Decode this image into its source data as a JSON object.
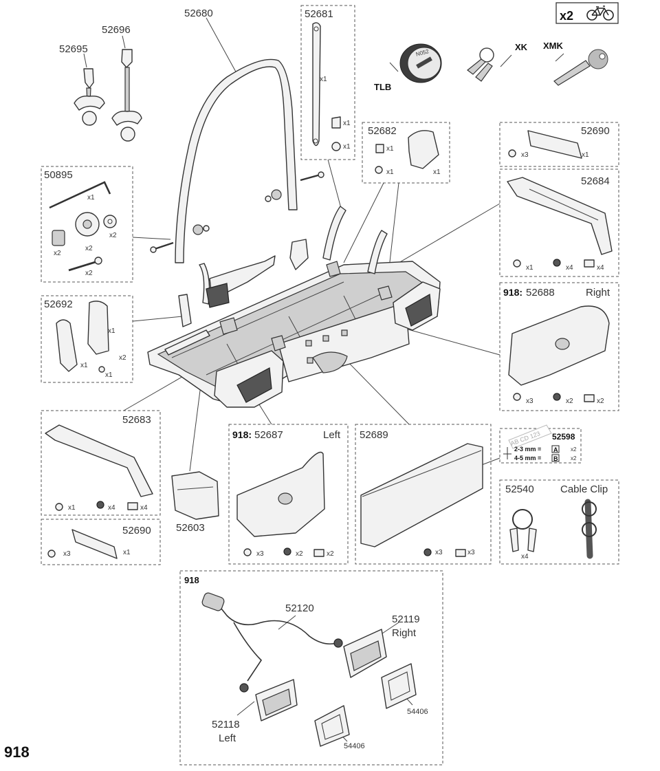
{
  "model": "918",
  "top_right": {
    "qty": "x2",
    "icon": "bicycle-icon"
  },
  "lock": {
    "tlb": "TLB",
    "xk": "XK",
    "xmk": "XMK",
    "cylinder_text": "N052"
  },
  "parts": {
    "p52680": "52680",
    "p52681": "52681",
    "p52695": "52695",
    "p52696": "52696",
    "p50895": "50895",
    "p52682": "52682",
    "p52690a": "52690",
    "p52684": "52684",
    "p52692": "52692",
    "p52688_prefix": "918:",
    "p52688": "52688",
    "p52688_side": "Right",
    "p52683": "52683",
    "p52690b": "52690",
    "p52603": "52603",
    "p52687_prefix": "918:",
    "p52687": "52687",
    "p52687_side": "Left",
    "p52689": "52689",
    "p52598": "52598",
    "p52540": "52540",
    "cable_clip": "Cable Clip",
    "box918": "918",
    "p52120": "52120",
    "p52119": "52119",
    "p52119_side": "Right",
    "p52118": "52118",
    "p52118_side": "Left",
    "p54406a": "54406",
    "p54406b": "54406"
  },
  "plate": {
    "text": "AB CD 123",
    "row_a": "2-3 mm =",
    "a": "A",
    "row_b": "4-5 mm =",
    "b": "B",
    "qty": "x2"
  },
  "qty": {
    "x1": "x1",
    "x2": "x2",
    "x3": "x3",
    "x4": "x4"
  }
}
